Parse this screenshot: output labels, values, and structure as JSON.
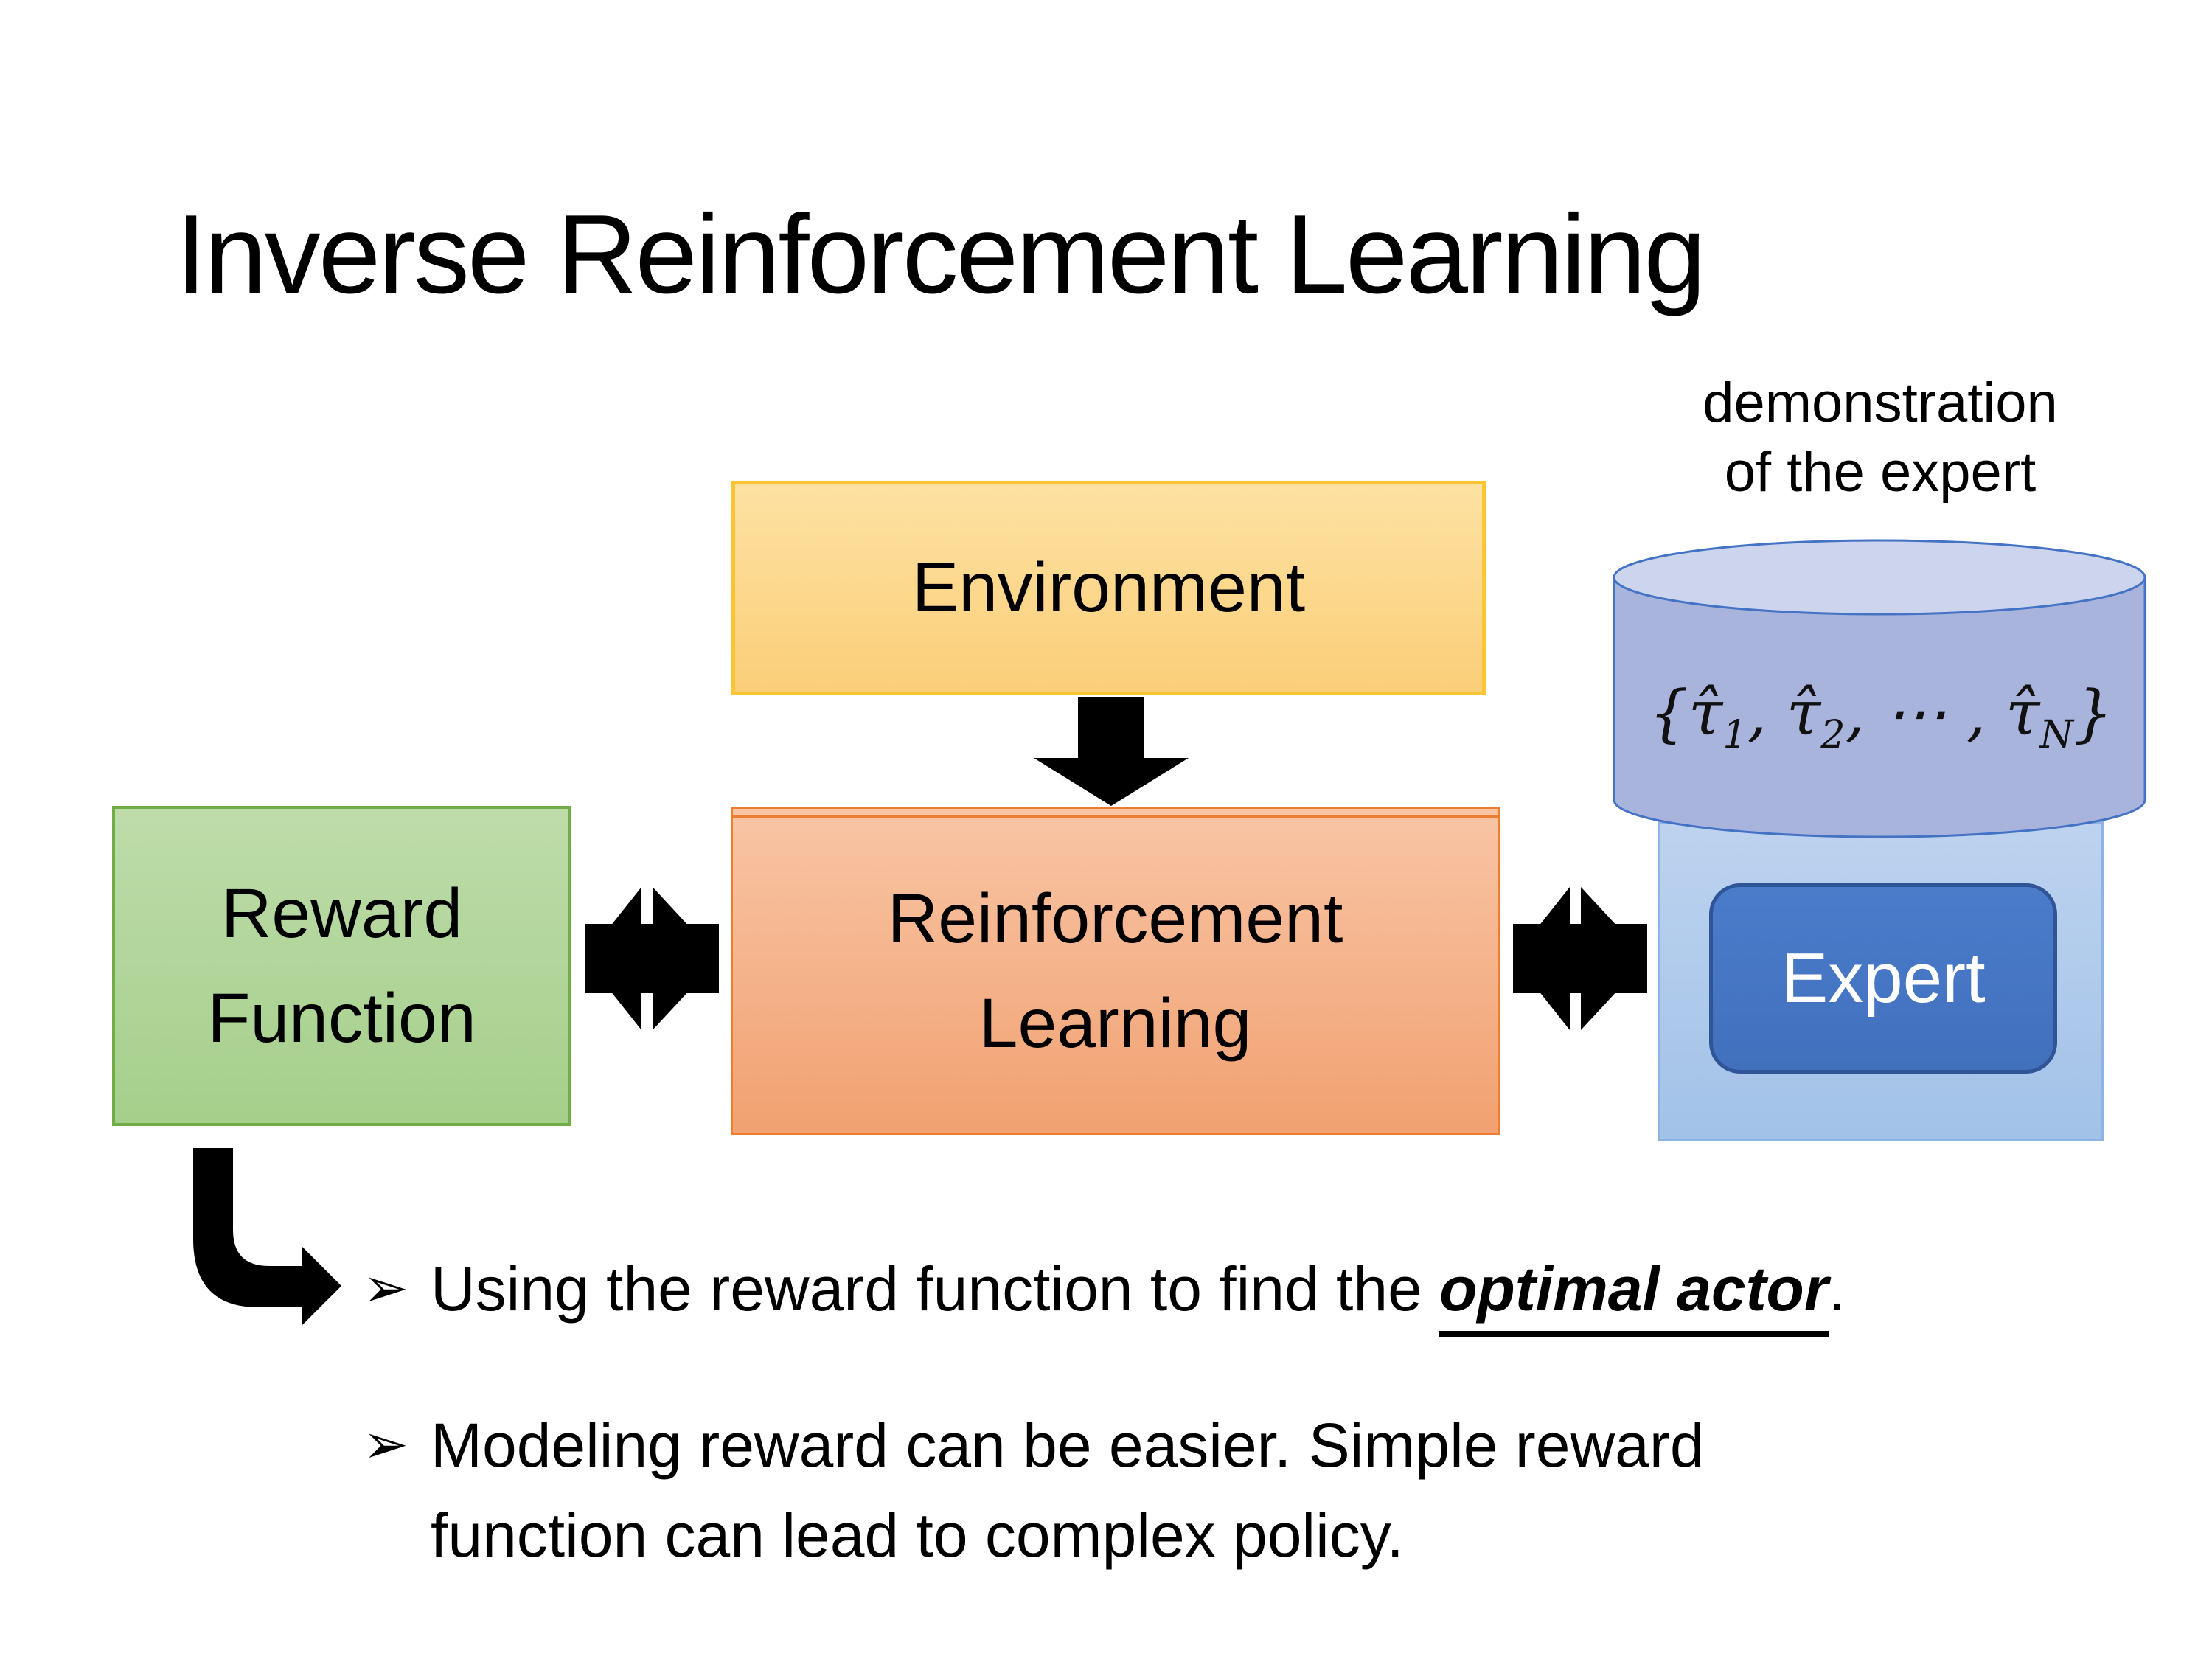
{
  "slide": {
    "title": "Inverse Reinforcement Learning",
    "bullets": [
      {
        "marker": "➢",
        "pre": "Using the reward function to find the ",
        "emphasis": "optimal actor",
        "post": "."
      },
      {
        "marker": "➢",
        "line1": "Modeling reward can be easier. Simple reward",
        "line2": "function can lead to complex policy."
      }
    ]
  },
  "diagram": {
    "environment_label": "Environment",
    "reward_label_line1": "Reward",
    "reward_label_line2": "Function",
    "rl_label_line1": "Reinforcement",
    "rl_label_line2": "Learning",
    "expert_label": "Expert",
    "demo_caption_line1": "demonstration",
    "demo_caption_line2": "of the expert",
    "formula": {
      "open": "{",
      "tau1": "τ̂",
      "sub1": "1",
      "sep1": ", ",
      "tau2": "τ̂",
      "sub2": "2",
      "sep2": ", ⋯ , ",
      "tau3": "τ̂",
      "sub3": "N",
      "close": "}"
    },
    "colors": {
      "environment_fill_top": "#fde2a2",
      "environment_fill_bottom": "#fbce79",
      "environment_border": "#fdc433",
      "reward_fill_top": "#bedcaa",
      "reward_fill_bottom": "#a5cf8b",
      "reward_border": "#70ad47",
      "rl_fill_top": "#f8c5a5",
      "rl_fill_bottom": "#f1a171",
      "rl_border": "#ed7d31",
      "expert_container_fill": "#aec9ec",
      "expert_container_border": "#8eb4e3",
      "expert_box_fill": "#4472c4",
      "expert_box_border": "#2f5597",
      "expert_text": "#ffffff",
      "cylinder_body_fill": "#a9b4dd",
      "cylinder_top_fill": "#ccd4ee",
      "cylinder_border": "#4472c4",
      "arrow_color": "#000000",
      "text_color": "#000000"
    }
  }
}
